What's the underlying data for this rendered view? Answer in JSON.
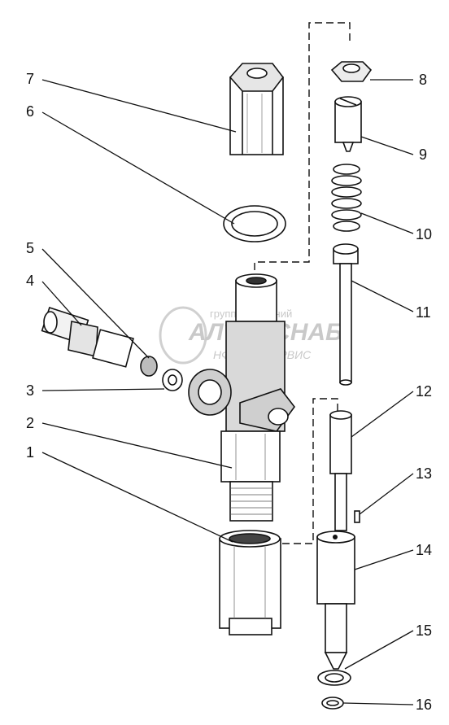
{
  "figure": {
    "callouts": [
      "1",
      "2",
      "3",
      "4",
      "5",
      "6",
      "7",
      "8",
      "9",
      "10",
      "11",
      "12",
      "13",
      "14",
      "15",
      "16"
    ]
  },
  "watermark": {
    "top": "группа компаний",
    "main": "АЛТАЙСНАБ",
    "bottom": "НФ АВТОСЕРВИС"
  },
  "colors": {
    "ink": "#111111",
    "paper": "#ffffff",
    "shade": "#d9d9d9",
    "watermark": "#c9c9c9"
  }
}
